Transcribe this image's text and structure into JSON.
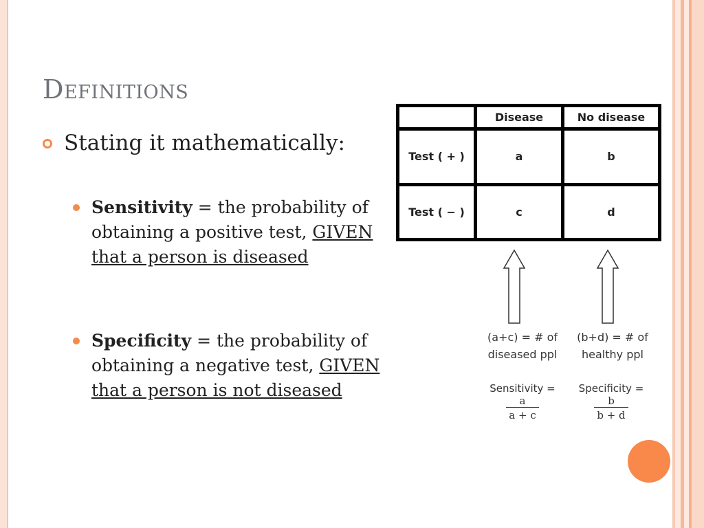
{
  "colors": {
    "accent": "#f58a4a",
    "frame": "#fbe3d8",
    "title": "#6f7279"
  },
  "title": "Definitions",
  "level1": "Stating it mathematically:",
  "items": [
    {
      "term": "Sensitivity",
      "eq": " = the probability of obtaining a positive test, ",
      "given": "GIVEN that a person is diseased"
    },
    {
      "term": "Specificity",
      "eq": " = the probability of obtaining a negative test, ",
      "given": "GIVEN that a person is not diseased"
    }
  ],
  "table": {
    "headers": [
      "",
      "Disease",
      "No disease"
    ],
    "rows": [
      [
        "Test ( + )",
        "a",
        "b"
      ],
      [
        "Test ( − )",
        "c",
        "d"
      ]
    ]
  },
  "labels": {
    "left": [
      "(a+c) = # of",
      "diseased ppl"
    ],
    "right": [
      "(b+d) = # of",
      "healthy ppl"
    ]
  },
  "formulas": {
    "sens_label": "Sensitivity =",
    "sens_num": "a",
    "sens_den": "a + c",
    "spec_label": "Specificity =",
    "spec_num": "b",
    "spec_den": "b + d"
  }
}
